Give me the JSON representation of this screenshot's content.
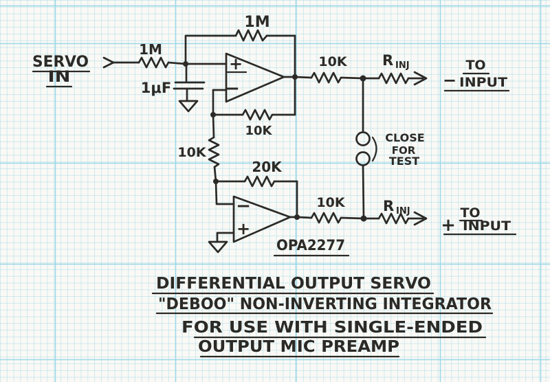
{
  "colors": {
    "ink": "#2b2a27",
    "paper": "#faf9f5",
    "grid_minor": "rgba(118,200,224,0.32)",
    "grid_accent": "#9bd8e8"
  },
  "labels": {
    "servo_line1": "SERVO",
    "servo_line2": "IN",
    "r_input": "1M",
    "r_integrator_feedback": "1M",
    "c_integrator": "1μF",
    "r_opamp1_feedback": "10K",
    "r_link": "10K",
    "r_opamp2_feedback": "20K",
    "r_output_minus": "10K",
    "r_output_plus": "10K",
    "r_inj_symbol": "R",
    "r_inj_subscript": "INJ",
    "opamp_plus_sign": "+",
    "opamp_minus_sign": "−",
    "to_minus_sign": "−",
    "to_plus_sign": "+",
    "to_word": "TO",
    "input_word": "INPUT",
    "switch_note_line1": "CLOSE",
    "switch_note_line2": "FOR",
    "switch_note_line3": "TEST",
    "opamp_part_number": "OPA2277"
  },
  "caption": {
    "line1": "DIFFERENTIAL OUTPUT SERVO",
    "line2": "\"DEBOO\" NON-INVERTING INTEGRATOR",
    "line3": "FOR USE WITH SINGLE-ENDED",
    "line4": "OUTPUT MIC PREAMP"
  }
}
